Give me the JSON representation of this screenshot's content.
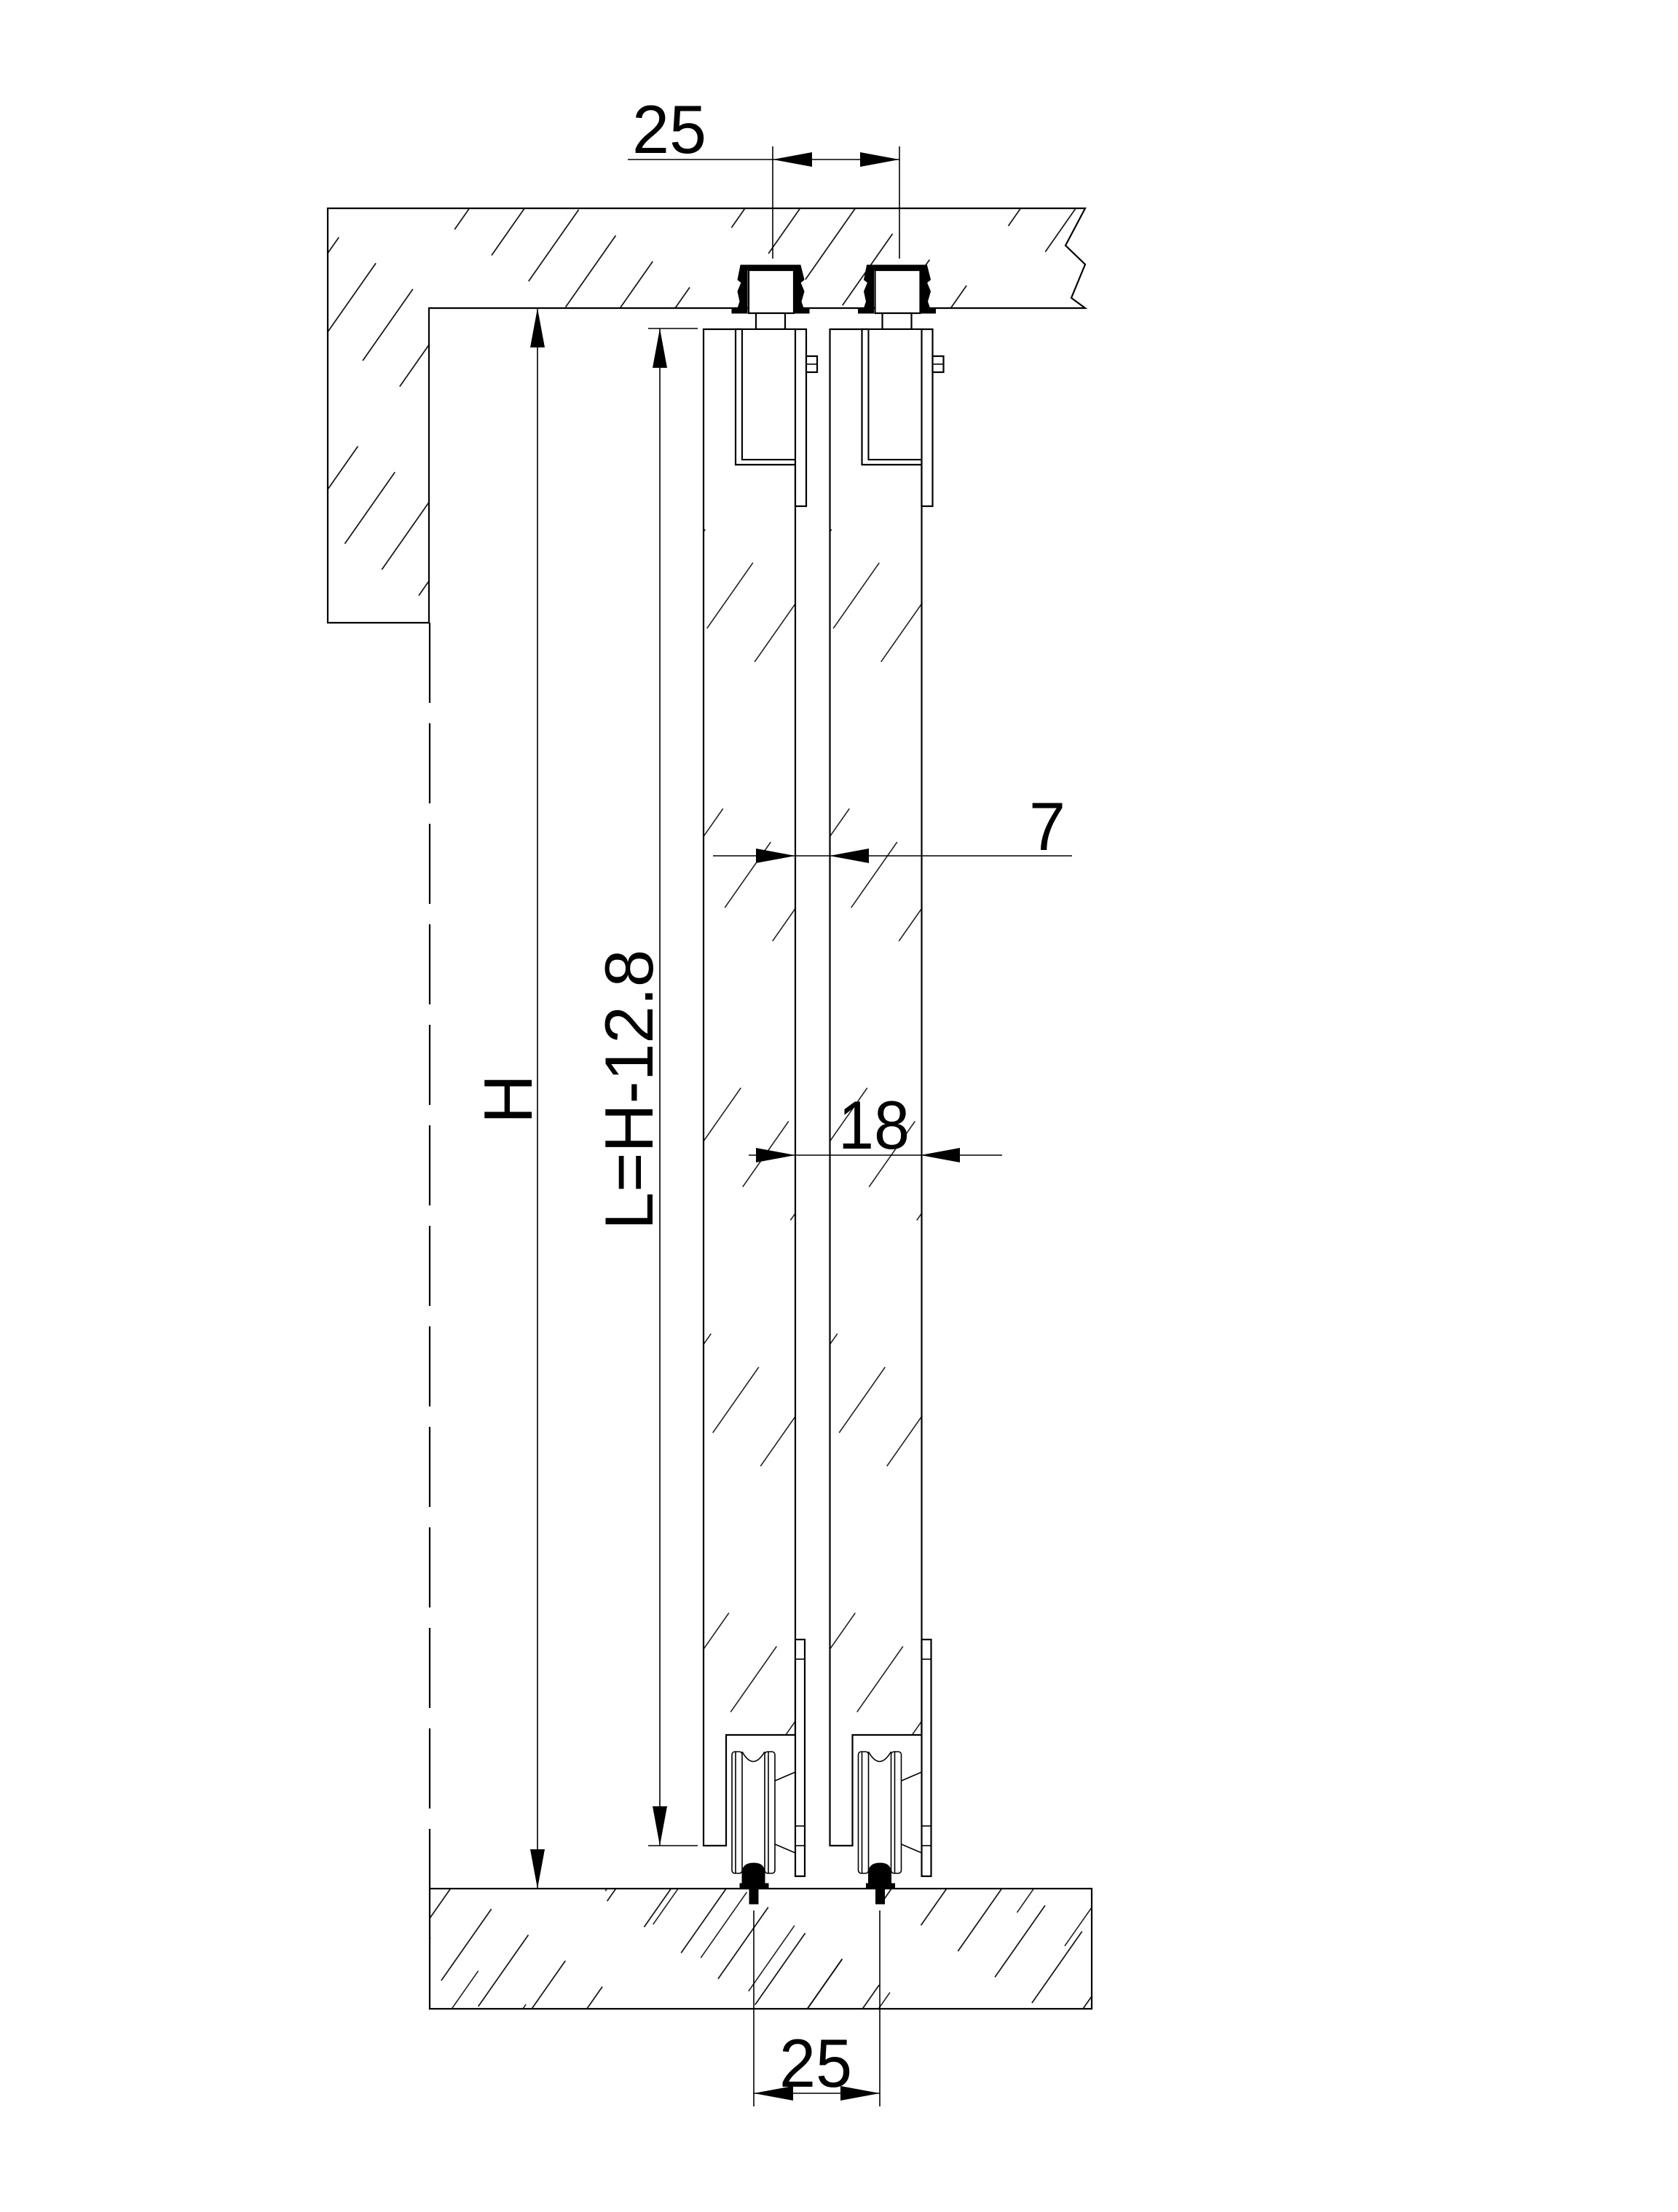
{
  "drawing": {
    "dimensions": {
      "top_track_spacing": "25",
      "bottom_guide_spacing": "25",
      "door_gap": "7",
      "door_thickness": "18",
      "opening_height": "H",
      "door_length": "L=H-12.8"
    }
  },
  "colors": {
    "line": "#000000",
    "background": "#ffffff"
  }
}
